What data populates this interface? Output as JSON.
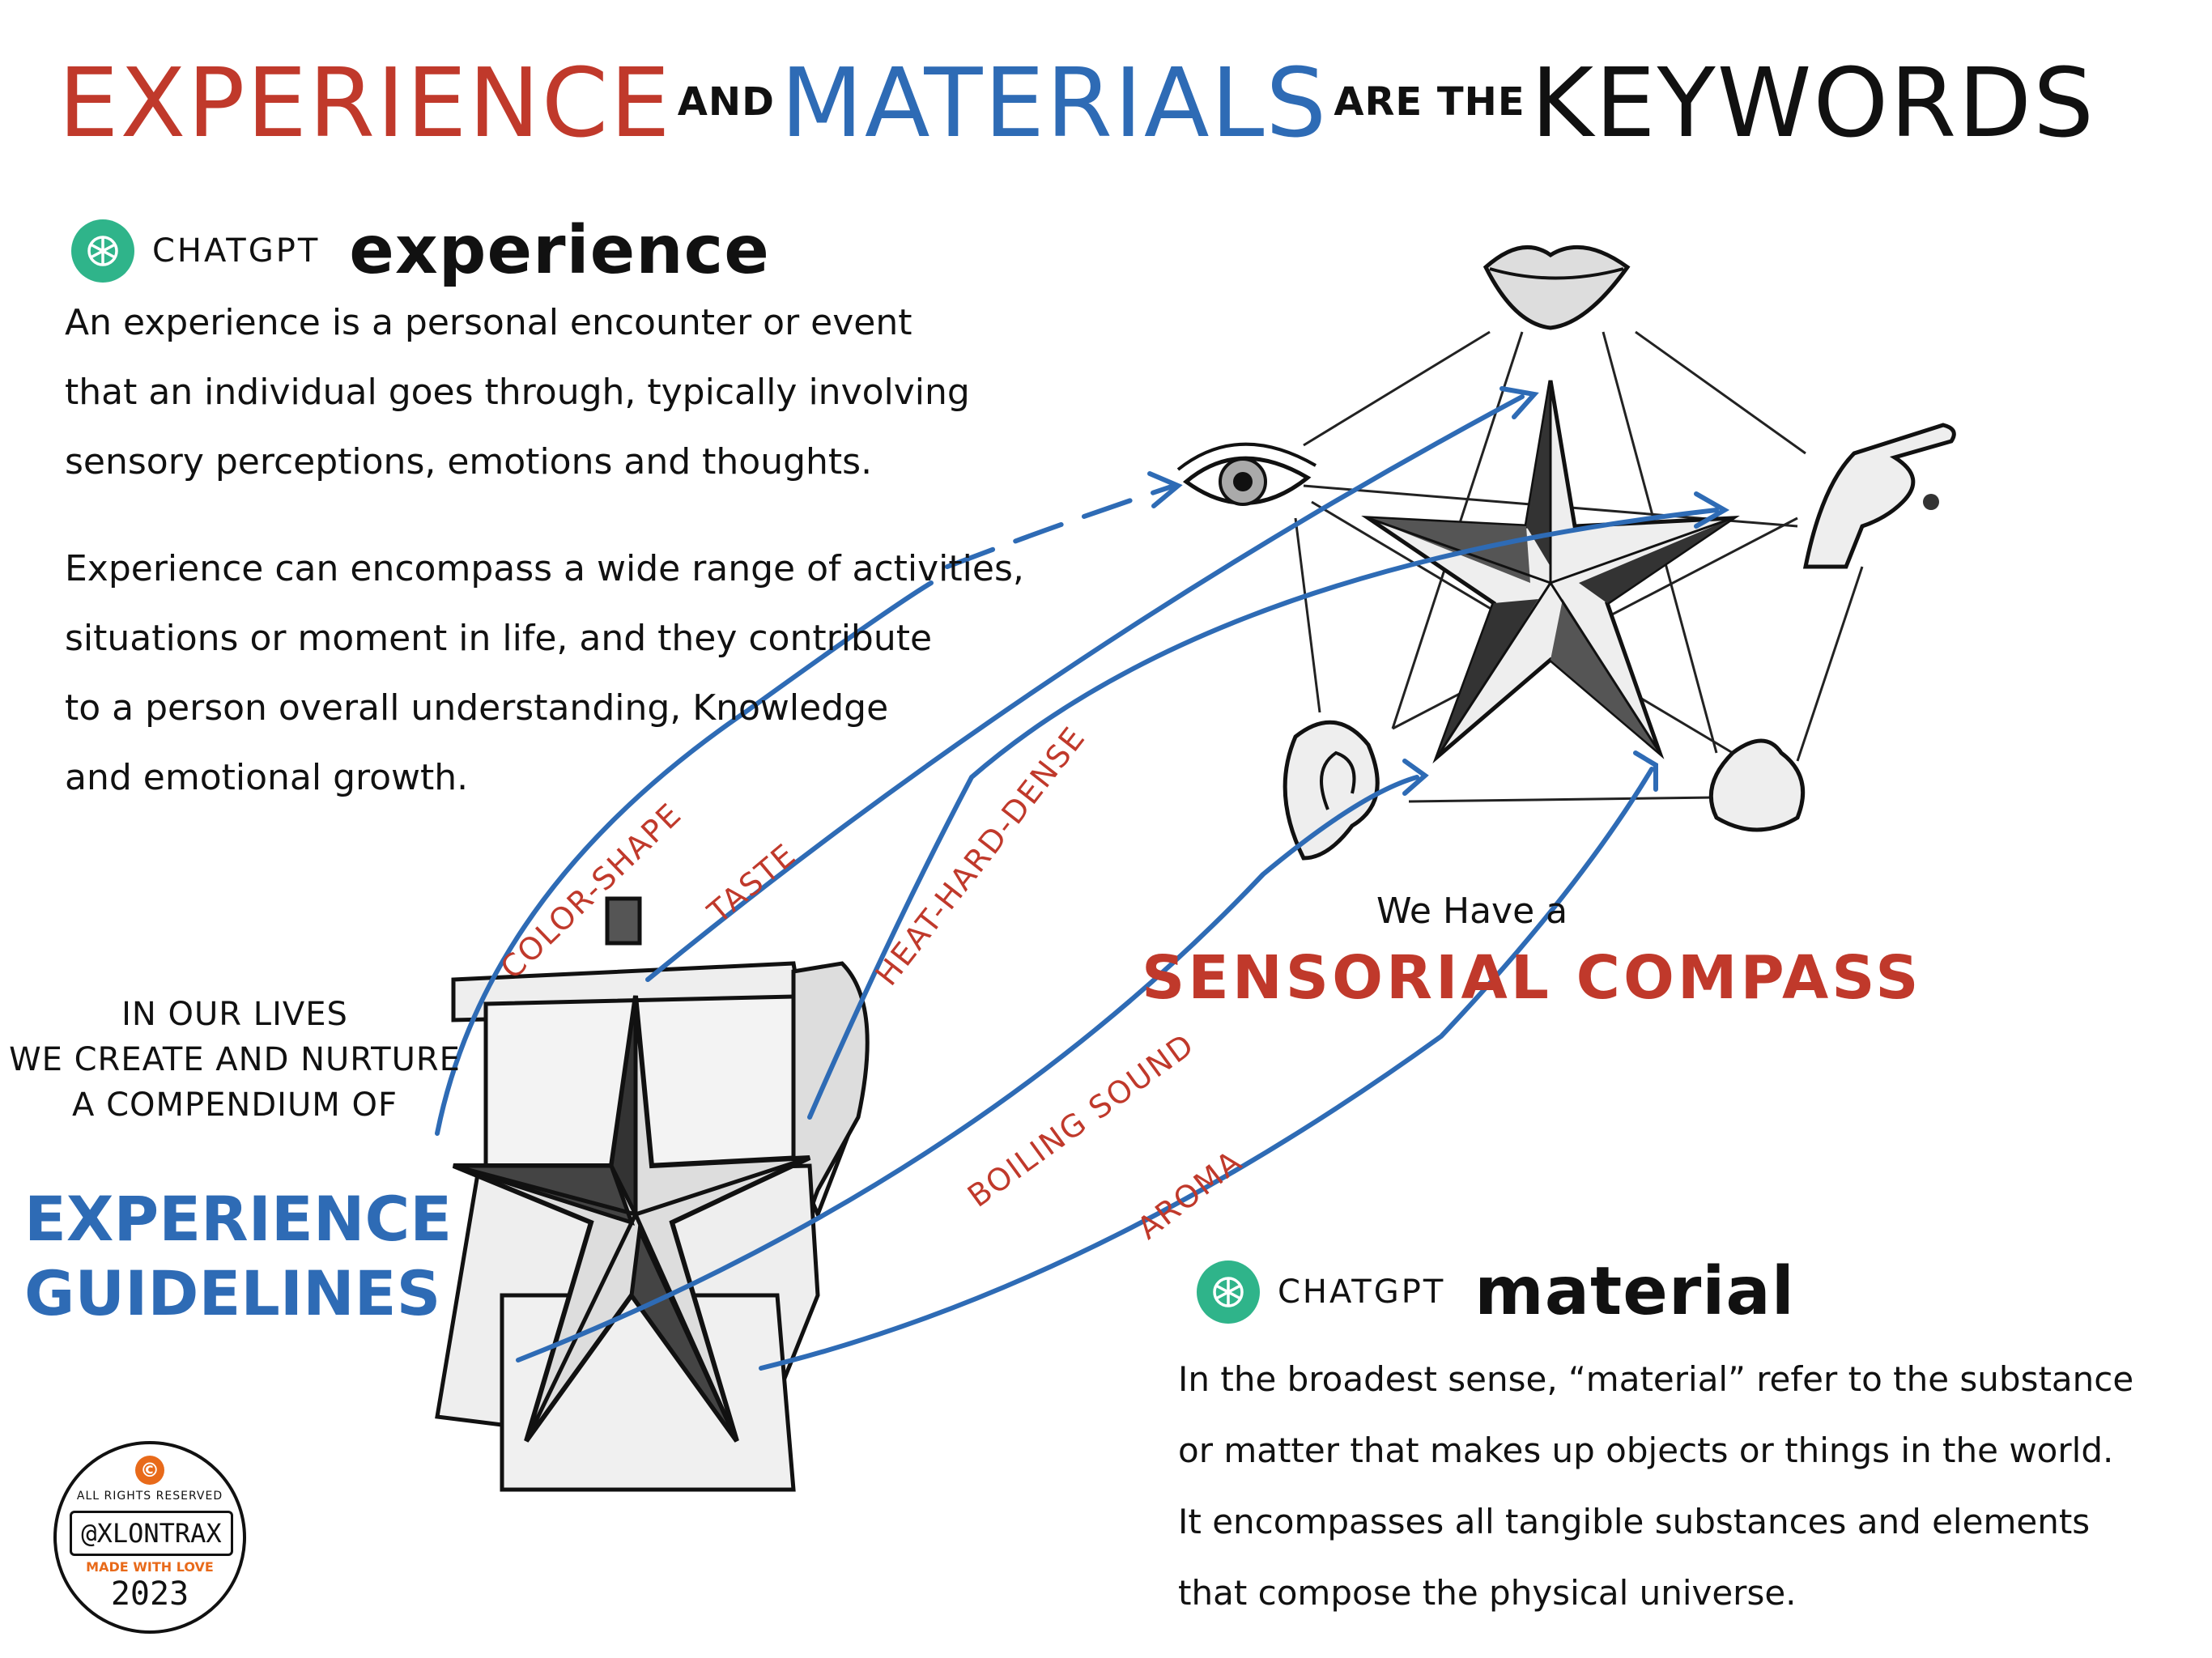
{
  "title": {
    "word1": "EXPERIENCE",
    "conj1": "and",
    "word2": "MATERIALS",
    "conj2": "are the",
    "word3": "KEYWORDS"
  },
  "experience_def": {
    "source": "CHATGPT",
    "term": "experience",
    "lines": [
      "An experience is a personal encounter or event",
      "that an individual goes through, typically involving",
      "sensory perceptions, emotions and thoughts."
    ],
    "lines2": [
      "Experience can encompass a wide range of activities,",
      "situations or moment in life, and they contribute",
      "to a person overall understanding, Knowledge",
      "and emotional growth."
    ]
  },
  "material_def": {
    "source": "CHATGPT",
    "term": "material",
    "lines": [
      "In the broadest sense, “material” refer to the substance",
      "or matter that makes up objects or things in the world.",
      "It encompasses all tangible substances and elements",
      "that compose the physical  universe."
    ]
  },
  "arrow_labels": {
    "color_shape": "COLOR-SHAPE",
    "taste": "TASTE",
    "heat": "HEAT-HARD-DENSE",
    "boiling": "BOILING SOUND",
    "aroma": "AROMA"
  },
  "left_caption": {
    "line1": "IN OUR LIVES",
    "line2": "WE CREATE AND NURTURE",
    "line3": "A COMPENDIUM OF",
    "guidelines1": "EXPERIENCE",
    "guidelines2": "GUIDELINES"
  },
  "compass": {
    "sub": "We Have a",
    "main": "SENSORIAL COMPASS"
  },
  "badge": {
    "rights": "ALL RIGHTS RESERVED",
    "handle": "@XLONTRAX",
    "love": "MADE WITH LOVE",
    "year": "2023"
  },
  "colors": {
    "red": "#c0392b",
    "blue": "#2e6bb5",
    "chatgpt_green": "#2fb48a",
    "badge_orange": "#e86a1a"
  },
  "icons": [
    "chatgpt-logo-icon",
    "lips-icon",
    "eye-icon",
    "hand-icon",
    "ear-icon",
    "nose-icon",
    "star-icon",
    "moka-pot-icon",
    "copyright-icon"
  ]
}
